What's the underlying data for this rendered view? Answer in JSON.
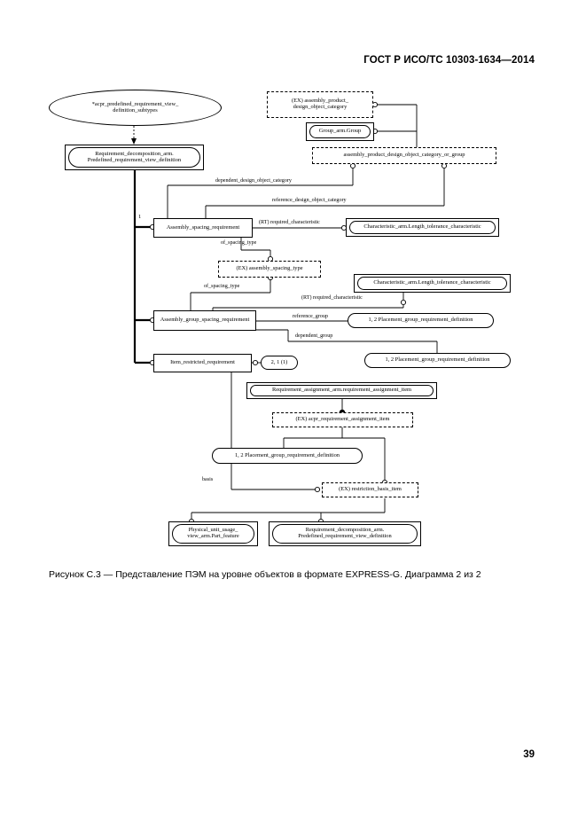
{
  "header": {
    "standard_title": "ГОСТ Р ИСО/ТС 10303-1634—2014",
    "page_number": "39"
  },
  "figure": {
    "caption": "Рисунок С.3 — Представление ПЭМ на уровне объектов в формате EXPRESS-G. Диаграмма 2 из 2"
  },
  "diagram": {
    "type": "EXPRESS-G entity level diagram",
    "nodes": [
      {
        "id": "subtypes_ellipse",
        "shape": "ellipse",
        "label": "*acpr_predefined_requirement_view_\ndefinition_subtypes"
      },
      {
        "id": "req_decomp_top",
        "shape": "boxed-stadium",
        "label": "Requirement_decomposition_arm.\nPredefined_requirement_view_definition"
      },
      {
        "id": "ex_assembly_product_doc",
        "shape": "dashed",
        "label": "(EX) assembly_product_\ndesign_object_category"
      },
      {
        "id": "group_arm_group",
        "shape": "boxed-stadium",
        "label": "Group_arm.Group"
      },
      {
        "id": "apdoc_or_group",
        "shape": "dashed",
        "label": "assembly_product_design_object_category_or_group"
      },
      {
        "id": "assembly_spacing_requirement",
        "shape": "rect",
        "label": "Assembly_spacing_requirement"
      },
      {
        "id": "char_len_tol_1",
        "shape": "boxed-stadium",
        "label": "Characteristic_arm.Length_tolerance_characteristic"
      },
      {
        "id": "ex_assembly_spacing_type",
        "shape": "dashed",
        "label": "(EX) assembly_spacing_type"
      },
      {
        "id": "char_len_tol_2",
        "shape": "boxed-stadium",
        "label": "Characteristic_arm.Length_tolerance_characteristic"
      },
      {
        "id": "assembly_group_spacing_requirement",
        "shape": "rect",
        "label": "Assembly_group_spacing_requirement"
      },
      {
        "id": "placement_group_1",
        "shape": "stadium",
        "label": "1, 2 Placement_group_requirement_definition"
      },
      {
        "id": "placement_group_2",
        "shape": "stadium",
        "label": "1, 2 Placement_group_requirement_definition"
      },
      {
        "id": "item_restricted_requirement",
        "shape": "rect",
        "label": "Item_restricted_requirement"
      },
      {
        "id": "page_ref_2_1",
        "shape": "stadium",
        "label": "2, 1 (1)"
      },
      {
        "id": "req_assignment_item",
        "shape": "boxed-stadium",
        "label": "Requirement_assignment_arm.requirement_assignment_item"
      },
      {
        "id": "ex_acpr_req_assignment_item",
        "shape": "dashed",
        "label": "(EX) acpr_requirement_assignment_item"
      },
      {
        "id": "placement_group_3",
        "shape": "stadium",
        "label": "1, 2 Placement_group_requirement_definition"
      },
      {
        "id": "ex_restriction_basis_item",
        "shape": "dashed",
        "label": "(EX) restriction_basis_item"
      },
      {
        "id": "physical_unit_usage",
        "shape": "boxed-stadium",
        "label": "Physical_unit_usage_\nview_arm.Part_feature"
      },
      {
        "id": "req_decomp_bottom",
        "shape": "boxed-stadium",
        "label": "Requirement_decomposition_arm.\nPredefined_requirement_view_definition"
      }
    ],
    "edge_labels": [
      {
        "id": "dependent_design_object_category",
        "text": "dependent_design_object_category"
      },
      {
        "id": "reference_design_object_category",
        "text": "reference_design_object_category"
      },
      {
        "id": "required_characteristic_1",
        "text": "(RT) required_characteristic"
      },
      {
        "id": "of_spacing_type_1",
        "text": "of_spacing_type"
      },
      {
        "id": "of_spacing_type_2",
        "text": "of_spacing_type"
      },
      {
        "id": "required_characteristic_2",
        "text": "(RT) required_characteristic"
      },
      {
        "id": "reference_group",
        "text": "reference_group"
      },
      {
        "id": "dependent_group",
        "text": "dependent_group"
      },
      {
        "id": "basis",
        "text": "basis"
      },
      {
        "id": "supertype_index",
        "text": "1"
      }
    ]
  }
}
